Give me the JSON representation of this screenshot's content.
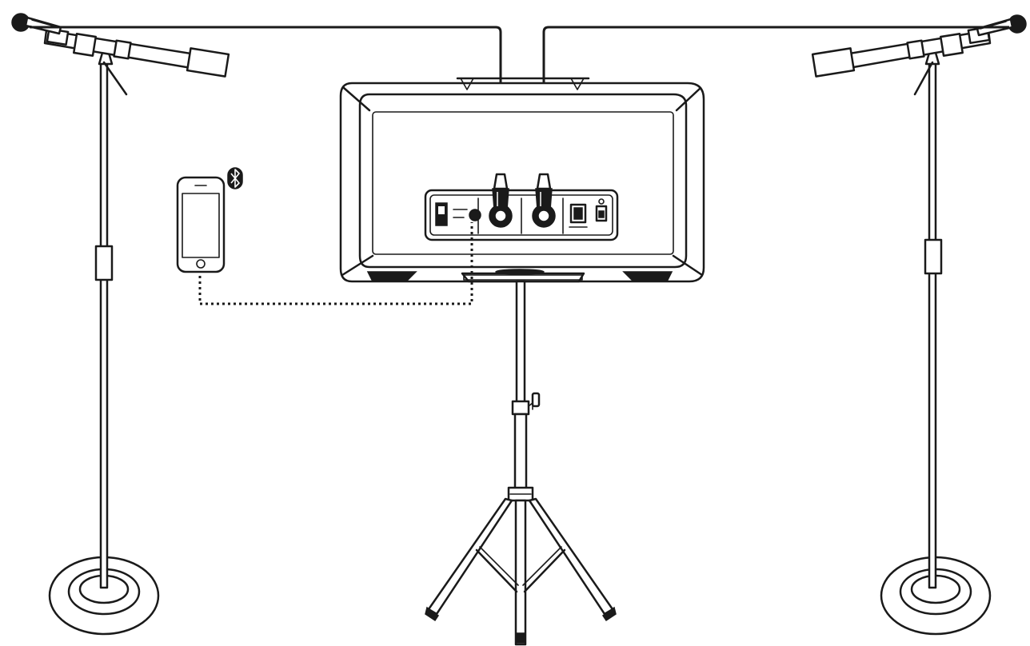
{
  "diagram": {
    "components": [
      {
        "name": "microphone-stand-left"
      },
      {
        "name": "microphone-stand-right"
      },
      {
        "name": "speaker-back-panel"
      },
      {
        "name": "speaker-tripod-stand"
      },
      {
        "name": "smartphone"
      },
      {
        "name": "bluetooth-icon"
      }
    ],
    "connections": [
      {
        "from": "microphone-left",
        "to": "mic-input-1",
        "style": "solid"
      },
      {
        "from": "microphone-right",
        "to": "mic-input-2",
        "style": "solid"
      },
      {
        "from": "smartphone",
        "to": "aux-input",
        "style": "dotted"
      }
    ]
  }
}
